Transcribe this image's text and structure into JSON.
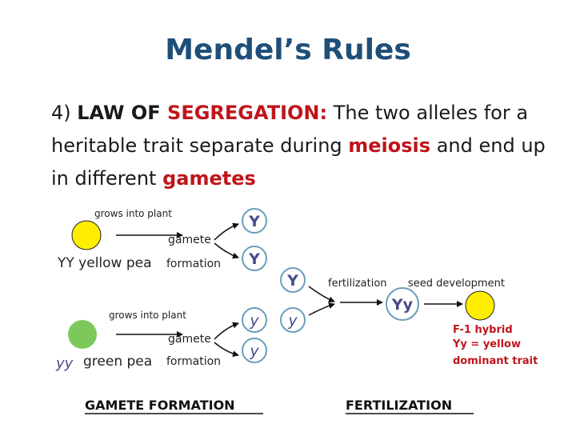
{
  "slide": {
    "title": "Mendel’s Rules",
    "text": {
      "prefix": "4) ",
      "law_name": "LAW OF ",
      "law_highlight": "SEGREGATION:",
      "part1": " The two alleles for a heritable trait separate during ",
      "meiosis": "meiosis",
      "part2": " and end up in different ",
      "gametes": "gametes"
    }
  },
  "diagram": {
    "top_row": {
      "grows_label": "grows into plant",
      "gamete_label": "gamete",
      "formation_label": "formation",
      "pea_label": "YY yellow pea",
      "gamete_1": "Y",
      "gamete_2": "Y"
    },
    "bottom_row": {
      "grows_label": "grows into plant",
      "gamete_label": "gamete",
      "formation_label": "formation",
      "pea_genotype": "yy",
      "pea_label": "green pea",
      "gamete_1": "y",
      "gamete_2": "y"
    },
    "fertilization": {
      "gamete_top": "Y",
      "gamete_bottom": "y",
      "fertilization_label": "fertilization",
      "seed_label": "seed development",
      "zygote": "Yy"
    },
    "hybrid_note": {
      "line1": "F-1 hybrid",
      "line2_genotype": "Yy",
      "line2_rest": " = yellow",
      "line3": "dominant trait"
    },
    "captions": {
      "left": "GAMETE FORMATION",
      "right": "FERTILIZATION"
    },
    "colors": {
      "yellow_pea": "#ffee00",
      "green_pea": "#7dc85a",
      "circle_stroke": "#6a9fba",
      "genotype_text": "#4a4a8a",
      "hybrid_text": "#c0141b"
    }
  }
}
